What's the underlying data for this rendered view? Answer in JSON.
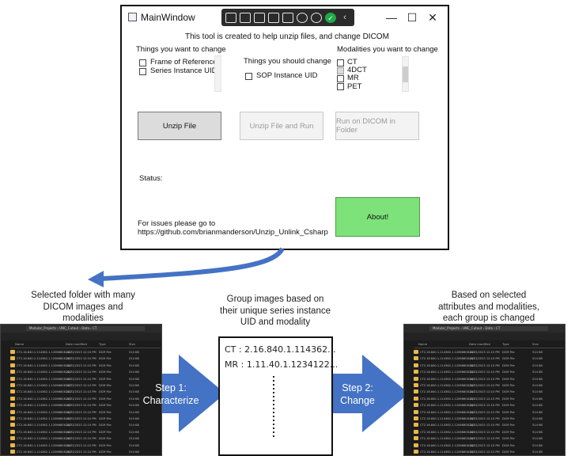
{
  "window": {
    "title": "MainWindow",
    "minimize_glyph": "—",
    "maximize_glyph": "☐",
    "close_glyph": "✕",
    "intro": "This tool is created to help unzip files, and change DICOM",
    "reference": {
      "heading": "Things you want to change",
      "items": [
        "Frame of Reference",
        "Series Instance UID"
      ]
    },
    "should": {
      "heading": "Things you should change",
      "items": [
        "SOP Instance UID"
      ]
    },
    "modalities": {
      "heading": "Modalities you want to change",
      "items": [
        "CT",
        "4DCT",
        "MR",
        "PET"
      ]
    },
    "buttons": {
      "unzip": "Unzip File",
      "unzip_run": "Unzip File and Run",
      "run_folder": "Run on DICOM in Folder",
      "about": "About!"
    },
    "status_label": "Status:",
    "issues_line1": "For issues please go to",
    "issues_line2": "https://github.com/brianmanderson/Unzip_Unlink_Csharp",
    "colors": {
      "about_button": "#7ee27a",
      "selected_button": "#dcdcdc",
      "arrow": "#4472c4"
    }
  },
  "captions": {
    "left": [
      "Selected folder with many",
      "DICOM images and",
      "modalities"
    ],
    "center": [
      "Group images based on",
      "their unique series instance",
      "UID and modality"
    ],
    "right": [
      "Based on selected",
      "attributes and modalities,",
      "each group is changed"
    ]
  },
  "steps": {
    "step1": [
      "Step 1:",
      "Characterize"
    ],
    "step2": [
      "Step 2:",
      "Change"
    ]
  },
  "groups": {
    "ct": "CT  : 2.16.840.1.114362...",
    "mr": "MR : 1.11.40.1.1234122..."
  },
  "explorer": {
    "breadcrumb": "Modular_Projects  ›  UNC_Cutout  ›  Data  ›  CT",
    "columns": [
      "Name",
      "Date modified",
      "Type",
      "Size"
    ],
    "row": {
      "name": "CT2.16.840.1.114362.1.12066808.247...",
      "date": "11/27/2023 12:10 PM",
      "type": "DCM File",
      "size": "514 KB"
    }
  }
}
